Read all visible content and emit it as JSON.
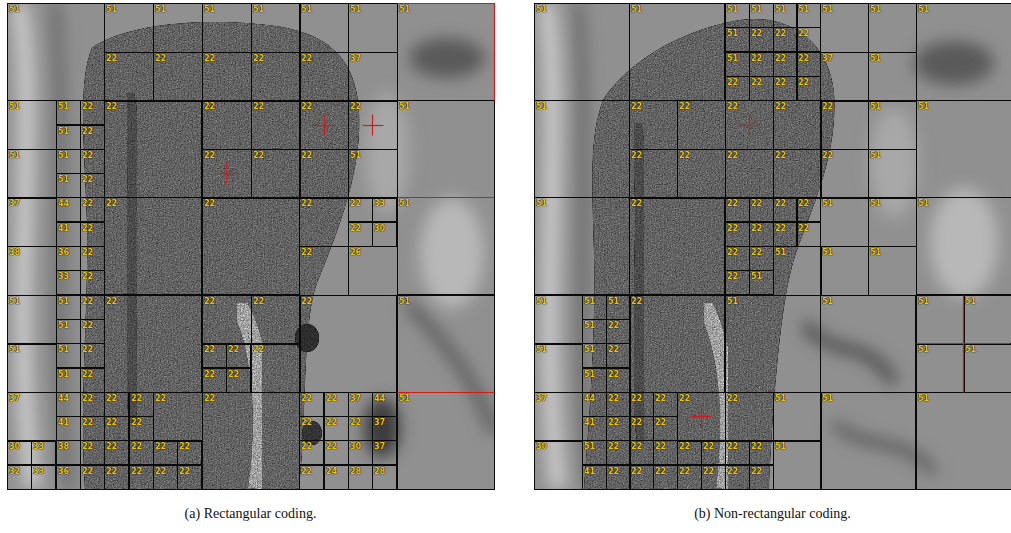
{
  "diagram": {
    "nodes": [
      {
        "text": [
          "(a) Rectangular coding."
        ]
      },
      {
        "text": [
          "(b) Non-rectangular coding."
        ]
      }
    ],
    "labels": [
      "51",
      "51",
      "51",
      "22",
      "22",
      "51",
      "51",
      "22",
      "22",
      "51",
      "51",
      "22",
      "37",
      "51",
      "51",
      "51",
      "22",
      "51",
      "22",
      "51",
      "51",
      "22",
      "51",
      "22",
      "22",
      "22",
      "22",
      "22",
      "22",
      "22",
      "22",
      "22",
      "51",
      "51",
      "37",
      "44",
      "22",
      "41",
      "22",
      "38",
      "36",
      "22",
      "33",
      "22",
      "22",
      "22",
      "22",
      "22",
      "33",
      "22",
      "30",
      "22",
      "26",
      "51",
      "51",
      "51",
      "22",
      "51",
      "22",
      "51",
      "51",
      "22",
      "51",
      "22",
      "22",
      "22",
      "22",
      "22",
      "22",
      "22",
      "22",
      "22",
      "22",
      "51",
      "37",
      "44",
      "22",
      "41",
      "22",
      "30",
      "33",
      "32",
      "33",
      "38",
      "22",
      "36",
      "22",
      "22",
      "22",
      "22",
      "22",
      "22",
      "22",
      "22",
      "22",
      "22",
      "22",
      "22",
      "22",
      "22",
      "22",
      "22",
      "22",
      "22",
      "22",
      "37",
      "44",
      "22",
      "37",
      "22",
      "22",
      "22",
      "24",
      "30",
      "37",
      "28",
      "28",
      "51",
      "51",
      "51",
      "51",
      "51",
      "51",
      "22",
      "51",
      "51",
      "22",
      "22",
      "51",
      "22",
      "22",
      "22",
      "22",
      "22",
      "22",
      "22",
      "51",
      "51",
      "37",
      "51",
      "51",
      "51",
      "22",
      "22",
      "22",
      "22",
      "22",
      "22",
      "22",
      "22",
      "22",
      "51",
      "22",
      "51",
      "51",
      "51",
      "22",
      "22",
      "22",
      "22",
      "22",
      "22",
      "22",
      "22",
      "22",
      "22",
      "22",
      "22",
      "51",
      "51",
      "51",
      "51",
      "51",
      "51",
      "51",
      "51",
      "51",
      "51",
      "51",
      "22",
      "51",
      "51",
      "22",
      "51",
      "22",
      "22",
      "51",
      "51",
      "51",
      "51",
      "51",
      "51",
      "37",
      "44",
      "22",
      "41",
      "22",
      "30",
      "51",
      "22",
      "41",
      "22",
      "22",
      "22",
      "22",
      "22",
      "22",
      "22",
      "22",
      "22",
      "22",
      "22",
      "22",
      "22",
      "22",
      "22",
      "51",
      "22",
      "22",
      "22",
      "22",
      "51",
      "51",
      "51"
    ]
  }
}
